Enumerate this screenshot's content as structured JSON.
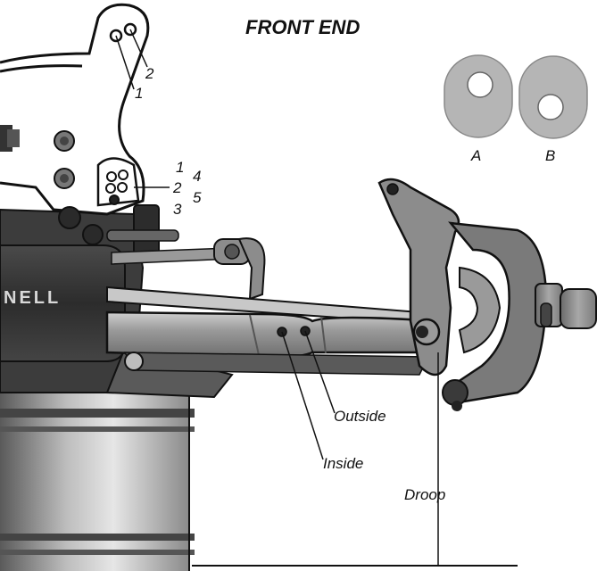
{
  "title": "FRONT END",
  "brand_text": "NELL",
  "camber_link_holes_upper": [
    "2",
    "1"
  ],
  "camber_link_holes_lower": {
    "col1": [
      "1",
      "2",
      "3"
    ],
    "col2": [
      "4",
      "5"
    ]
  },
  "spacer_labels": [
    "A",
    "B"
  ],
  "arm_hole_callouts": [
    "Outside",
    "Inside"
  ],
  "droop_label": "Droop",
  "colors": {
    "part_gray": "#8a8a8a",
    "dark_part": "#3a3a3a",
    "outline": "#1a1a1a",
    "spacer_fill": "#b5b5b5",
    "background": "#ffffff"
  }
}
